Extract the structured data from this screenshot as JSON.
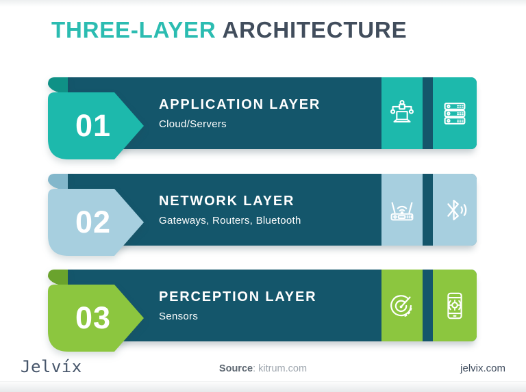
{
  "title": {
    "highlight": "THREE-LAYER",
    "rest": "ARCHITECTURE"
  },
  "layers": [
    {
      "number": "01",
      "name": "APPLICATION LAYER",
      "description": "Cloud/Servers",
      "accent": "#1db9ac",
      "fold": "#0f9186",
      "icons": [
        "network-nodes-icon",
        "server-rack-icon"
      ]
    },
    {
      "number": "02",
      "name": "NETWORK LAYER",
      "description": "Gateways, Routers, Bluetooth",
      "accent": "#a7cfdf",
      "fold": "#83b7cb",
      "icons": [
        "router-icon",
        "bluetooth-icon"
      ]
    },
    {
      "number": "03",
      "name": "PERCEPTION LAYER",
      "description": "Sensors",
      "accent": "#8cc63f",
      "fold": "#6aa32d",
      "icons": [
        "radar-icon",
        "smartphone-sensor-icon"
      ]
    }
  ],
  "colors": {
    "bar": "#14566b",
    "title_highlight": "#2bbcb1",
    "title_rest": "#414d5c"
  },
  "footer": {
    "logo": "Jelvíx",
    "source_label": "Source",
    "source_separator": ": ",
    "source_value": "kitrum.com",
    "website": "jelvix.com"
  }
}
